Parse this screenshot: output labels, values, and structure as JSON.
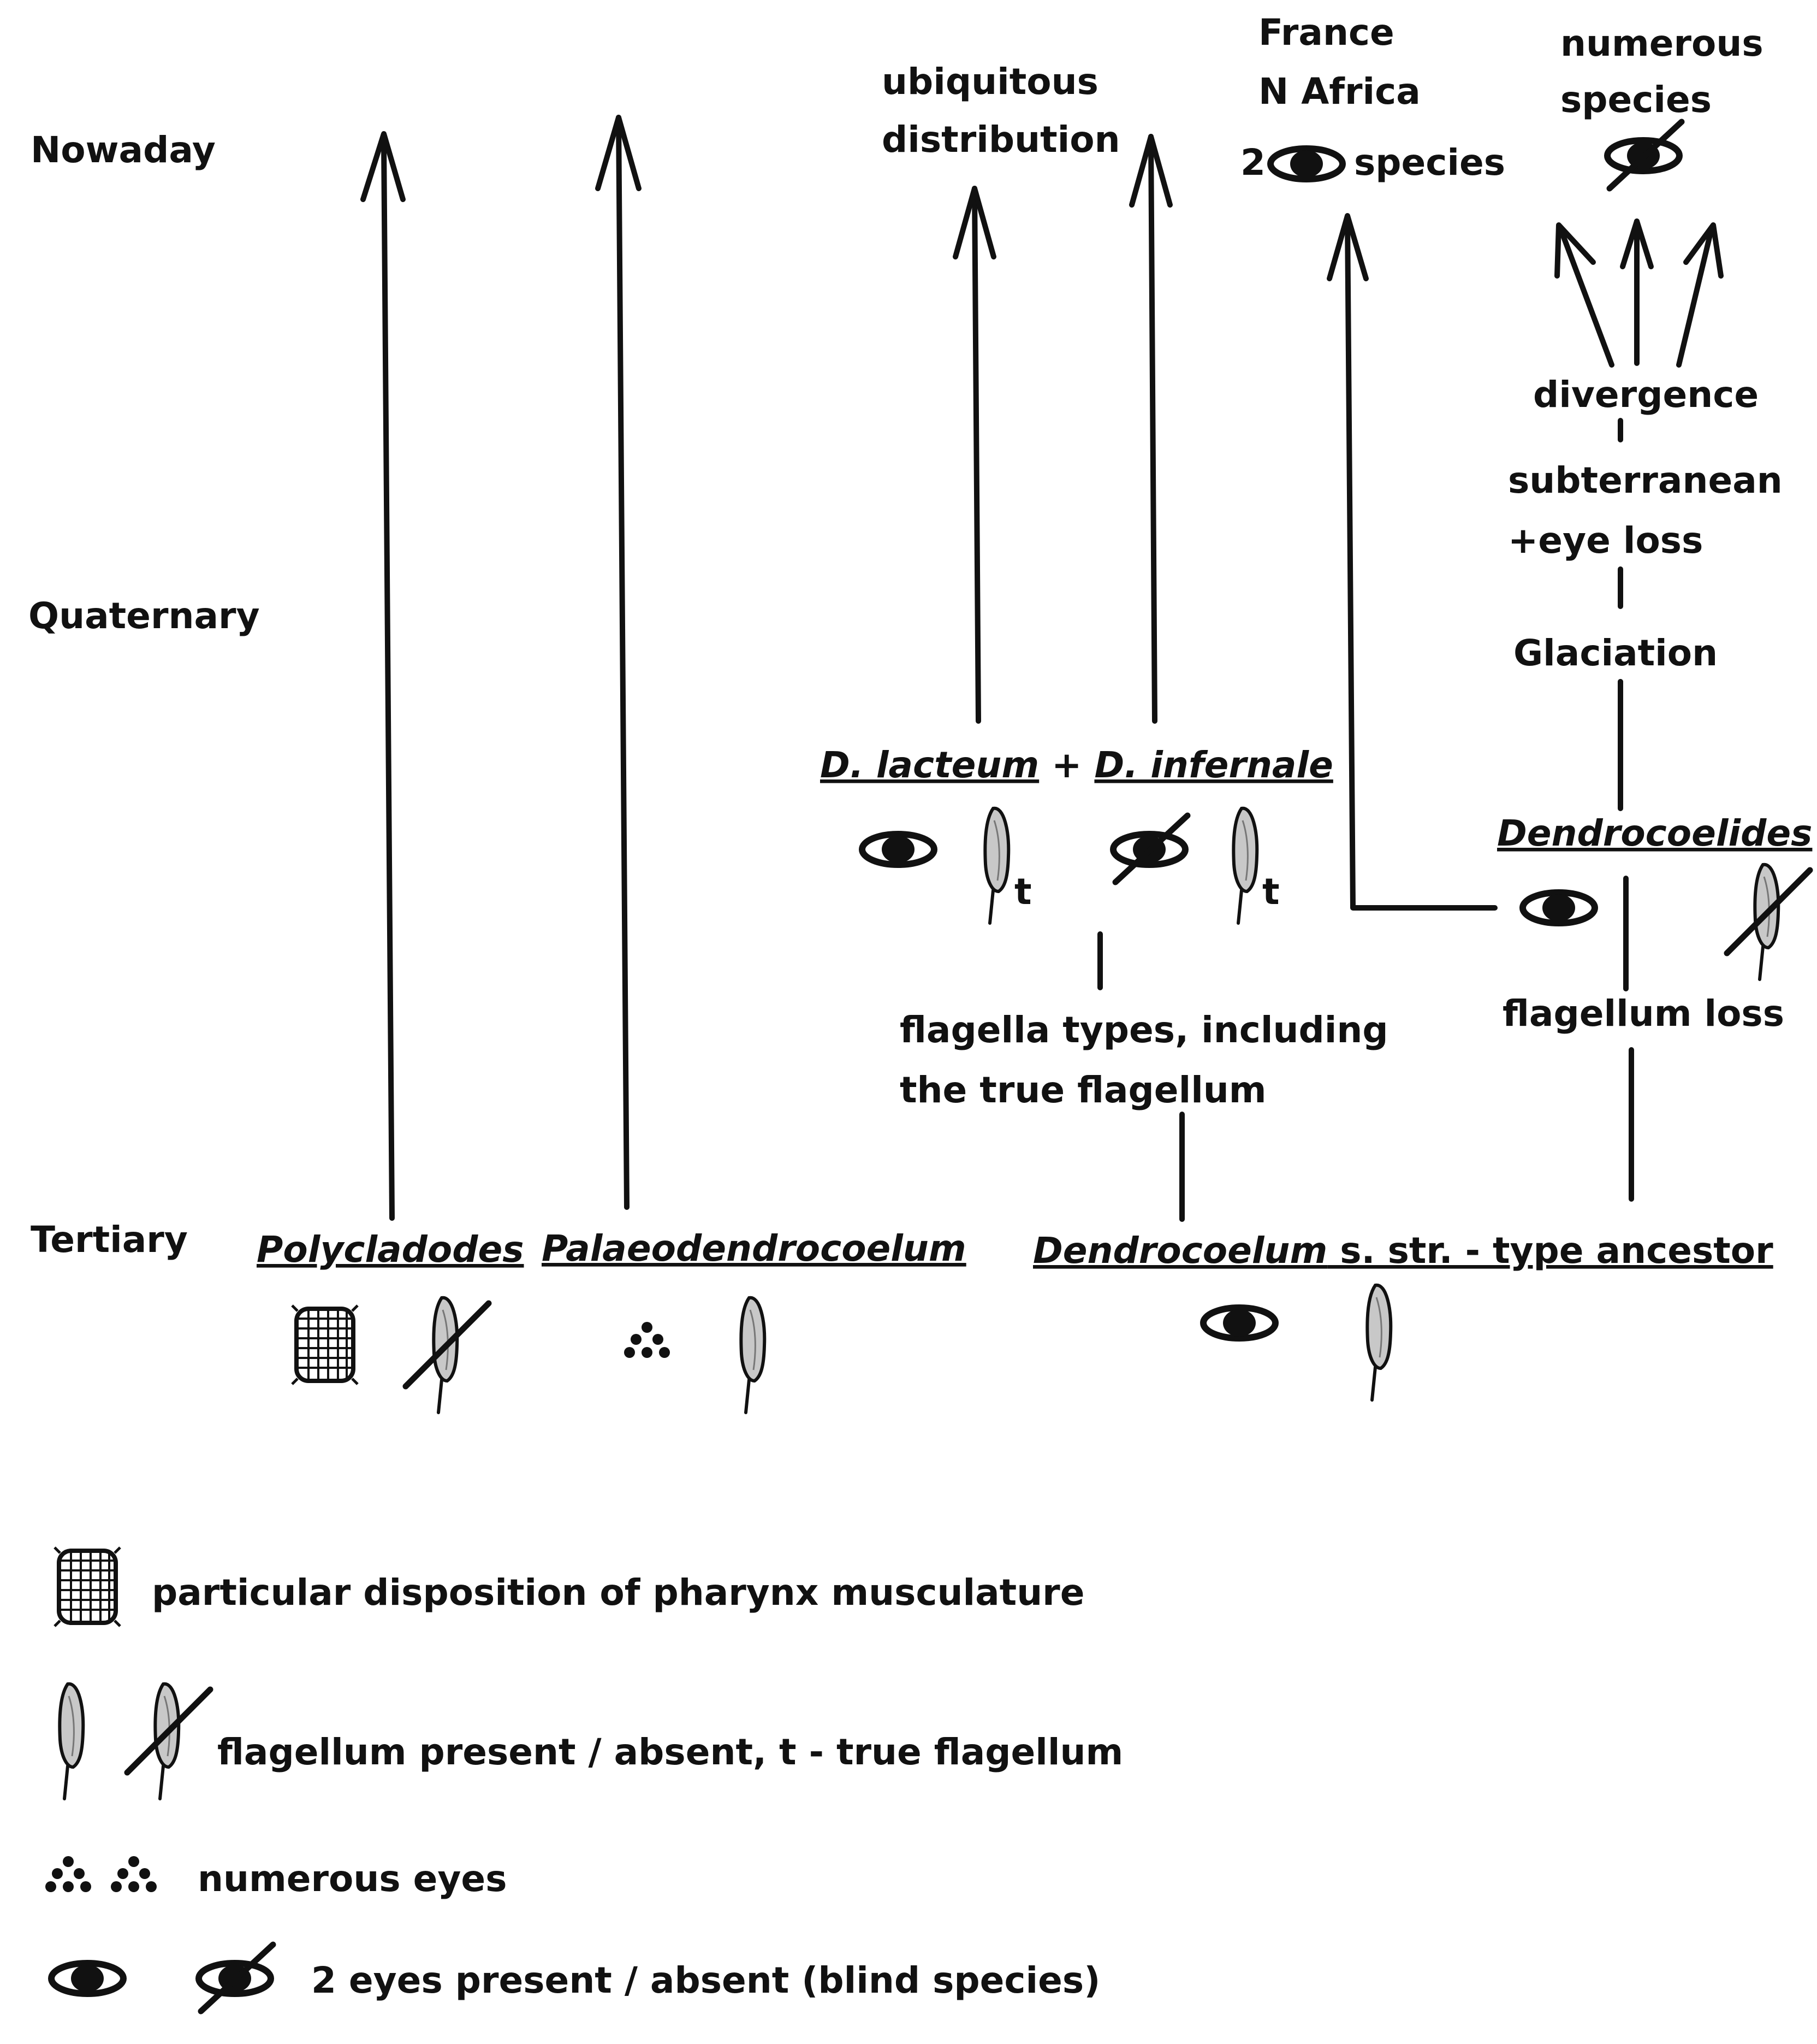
{
  "time_labels": {
    "nowaday": "Nowaday",
    "quaternary": "Quaternary",
    "tertiary": "Tertiary"
  },
  "taxa": {
    "polycladodes": "Polycladodes",
    "palaeodendrocoelum": "Palaeodendrocoelum",
    "dendrocoelum": "Dendrocoelum",
    "dendrocoelum_suffix": " s. str. - type ancestor",
    "d_lacteum": "D. lacteum",
    "plus": " + ",
    "d_infernale": "D. infernale",
    "dendrocoelides": "Dendrocoelides"
  },
  "annotations": {
    "ubiquitous_1": "ubiquitous",
    "ubiquitous_2": "distribution",
    "france_1": "France",
    "france_2": "N Africa",
    "france_3_pre": "2",
    "france_3_post": "species",
    "numerous_1": "numerous",
    "numerous_2": "species",
    "divergence": "divergence",
    "subterranean_1": "subterranean",
    "subterranean_2": "+eye loss",
    "glaciation": "Glaciation",
    "flagella_1": "flagella types, including",
    "flagella_2": "the true flagellum",
    "flagellum_loss": "flagellum loss",
    "t_mark": "t"
  },
  "legend": {
    "pharynx": "particular disposition of pharynx musculature",
    "flagellum": "flagellum present / absent, t - true flagellum",
    "numerous_eyes": "numerous eyes",
    "two_eyes": "2 eyes present / absent (blind species)"
  },
  "icons": [
    "eye-icon",
    "blind-eye-icon",
    "flagellum-icon",
    "absent-flagellum-icon",
    "pharynx-musculature-icon",
    "numerous-eyes-icon"
  ],
  "colors": {
    "ink": "#111111",
    "flagellum_fill": "#c8c8c8",
    "background": "#ffffff"
  }
}
